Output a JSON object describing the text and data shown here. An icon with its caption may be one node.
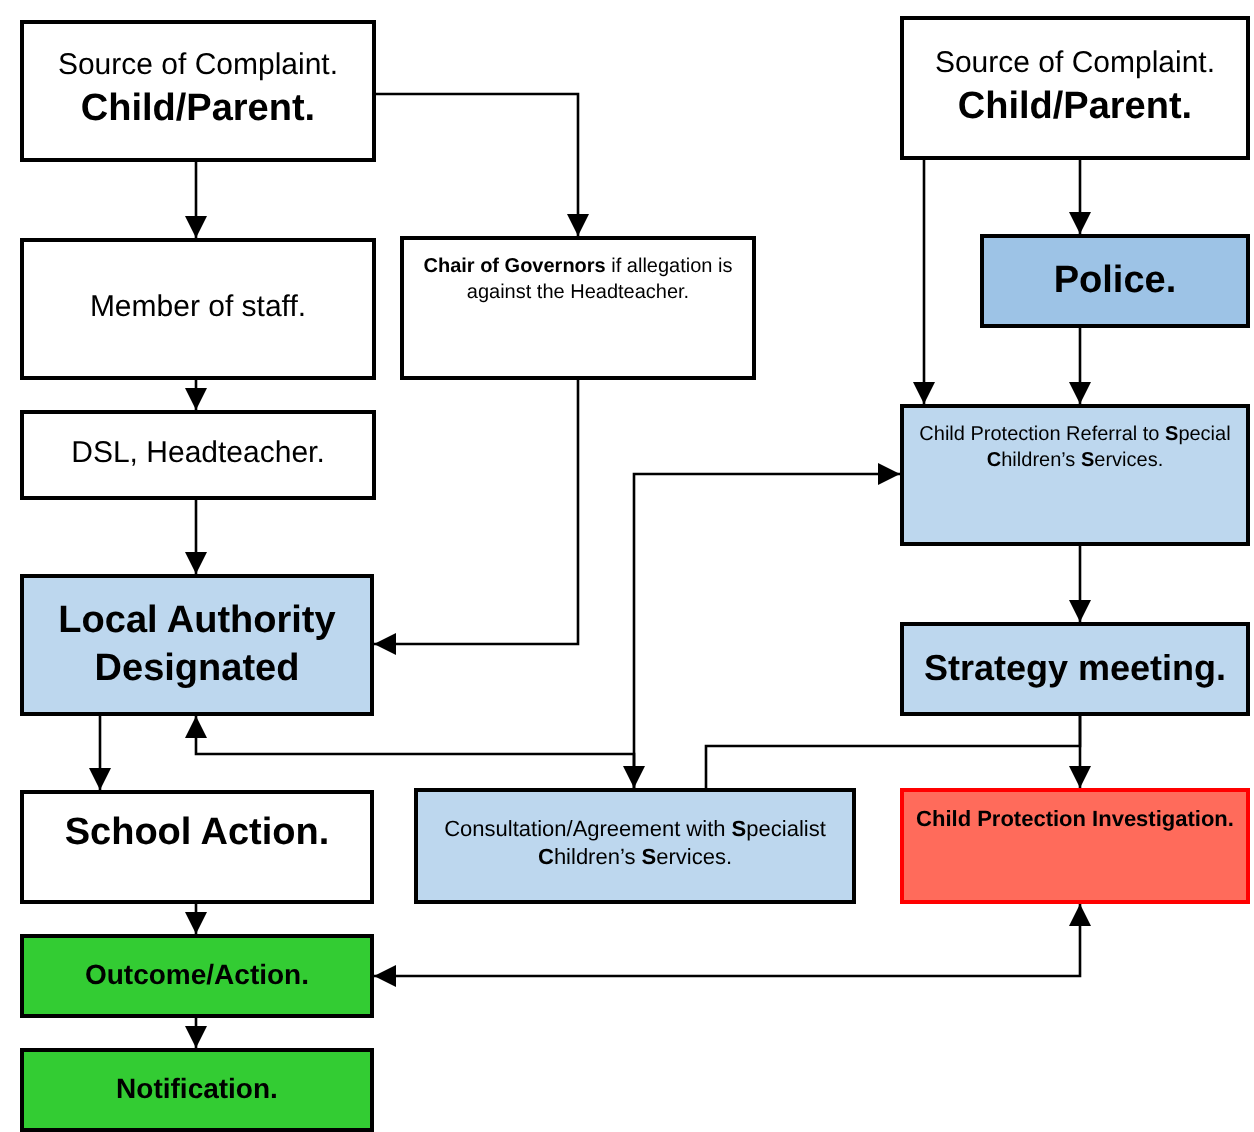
{
  "diagram": {
    "nodes": [
      {
        "text": [
          "Source of Complaint.",
          "Child/Parent."
        ]
      },
      {
        "text": [
          "Member of staff."
        ]
      },
      {
        "text": [
          "**Chair of Governors** if allegation is against the Headteacher."
        ]
      },
      {
        "text": [
          "DSL, Headteacher."
        ]
      },
      {
        "text": [
          "Local Authority Designated"
        ]
      },
      {
        "text": [
          "Source of Complaint.",
          "Child/Parent."
        ]
      },
      {
        "text": [
          "Police."
        ]
      },
      {
        "text": [
          "Child Protection Referral to **S**pecial **C**hildren’s **S**ervices."
        ]
      },
      {
        "text": [
          "Strategy meeting."
        ]
      },
      {
        "text": [
          "School Action."
        ]
      },
      {
        "text": [
          "Consultation/Agreement with **S**pecialist **C**hildren’s **S**ervices."
        ]
      },
      {
        "text": [
          "Child Protection Investigation."
        ]
      },
      {
        "text": [
          "Outcome/Action."
        ]
      },
      {
        "text": [
          "Notification."
        ]
      }
    ],
    "edges": [
      {
        "from": 0,
        "to": 1,
        "arrow": "to"
      },
      {
        "from": 0,
        "to": 2,
        "arrow": "to"
      },
      {
        "from": 1,
        "to": 3,
        "arrow": "to"
      },
      {
        "from": 2,
        "to": 4,
        "arrow": "to"
      },
      {
        "from": 3,
        "to": 4,
        "arrow": "to"
      },
      {
        "from": 5,
        "to": 6,
        "arrow": "to"
      },
      {
        "from": 5,
        "to": 7,
        "arrow": "to"
      },
      {
        "from": 6,
        "to": 7,
        "arrow": "to"
      },
      {
        "from": 7,
        "to": 8,
        "arrow": "to"
      },
      {
        "from": 7,
        "to": 10,
        "arrow": "both"
      },
      {
        "from": 10,
        "to": 4,
        "arrow": "to"
      },
      {
        "from": 8,
        "to": 11,
        "arrow": "to"
      },
      {
        "from": 8,
        "to": 10,
        "arrow": "none"
      },
      {
        "from": 4,
        "to": 9,
        "arrow": "to"
      },
      {
        "from": 9,
        "to": 12,
        "arrow": "to"
      },
      {
        "from": 11,
        "to": 12,
        "arrow": "both"
      },
      {
        "from": 12,
        "to": 13,
        "arrow": "to"
      }
    ]
  }
}
